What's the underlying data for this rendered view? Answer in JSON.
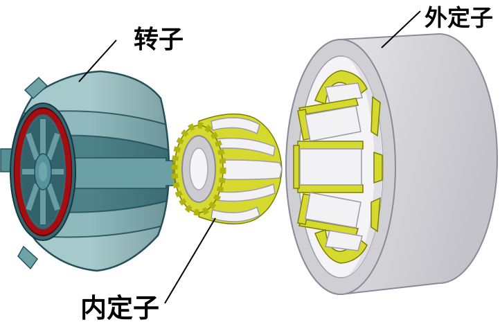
{
  "figure": {
    "labels": {
      "rotor": "转子",
      "outer_stator": "外定子",
      "inner_stator": "内定子"
    },
    "colors": {
      "background": "#ffffff",
      "label_color": "#000000",
      "leader_line": "#000000",
      "rotor_light": "#a6c9cb",
      "rotor_band": "#8fb9bc",
      "rotor_mid": "#4d8289",
      "rotor_belt": "#6ba0a5",
      "rotor_dark_face": "#356772",
      "rotor_outline": "#24505a",
      "rotor_ring_red": "#a50e11",
      "rotor_spoke": "#699da3",
      "rotor_hub": "#57929b",
      "coil_yellow": "#d6da30",
      "coil_yellow_dark": "#7a7d00",
      "stator_gray": "#cfcfd4",
      "stator_edge": "#8a8a9a",
      "pole_white": "#f2f2f5",
      "pole_edge": "#9a9aa8"
    }
  }
}
